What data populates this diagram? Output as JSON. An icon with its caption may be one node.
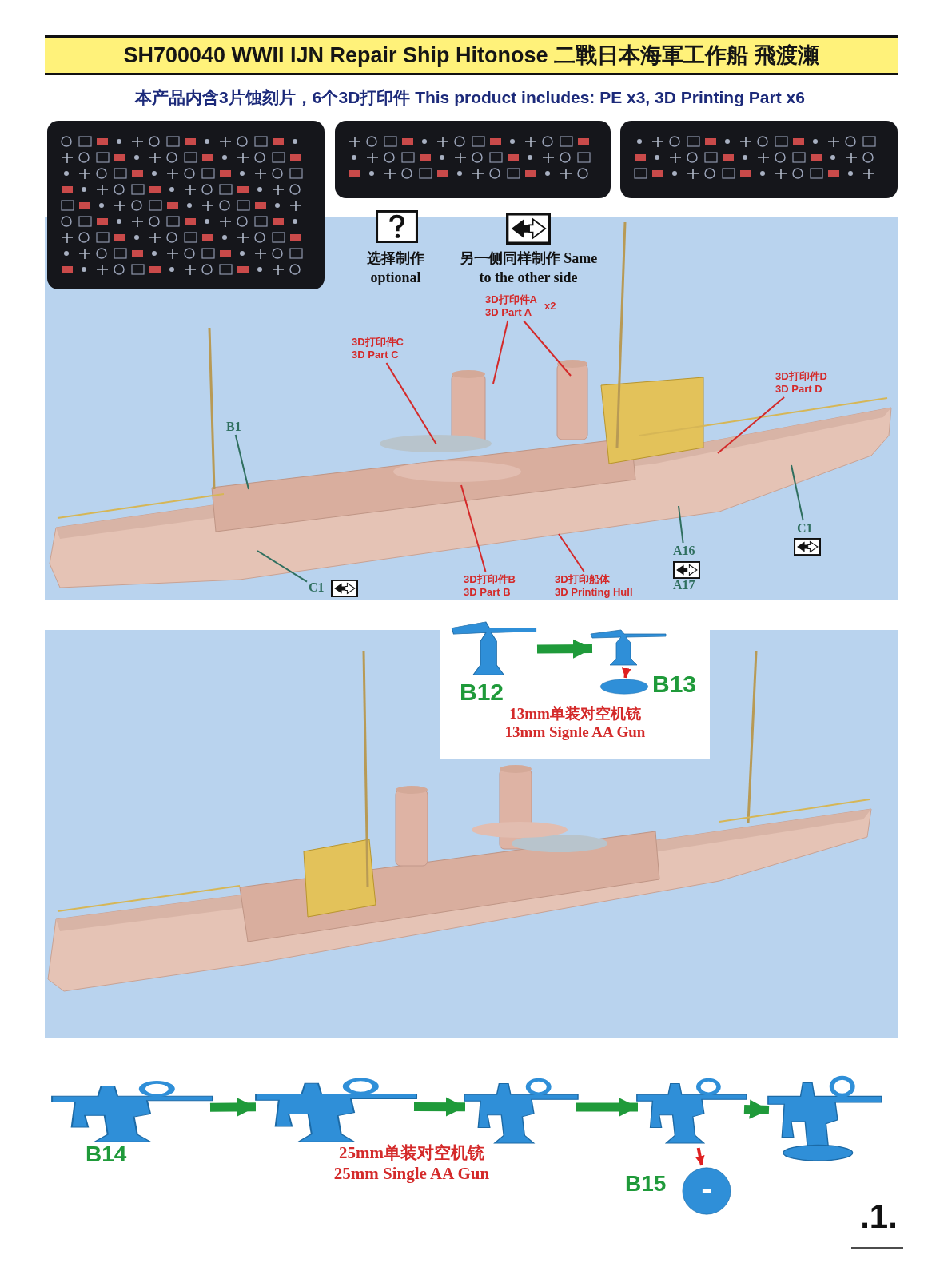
{
  "diagram": {
    "title": "SH700040 WWII IJN Repair Ship Hitonose 二戰日本海軍工作船 飛渡瀬",
    "nodes": [
      {
        "text": [
          "3D打印件C",
          "3D Part C"
        ]
      },
      {
        "text": [
          "3D打印件A",
          "x2",
          "3D Part A"
        ]
      },
      {
        "text": [
          "3D打印件D",
          "3D Part D"
        ]
      },
      {
        "text": [
          "B1"
        ]
      },
      {
        "text": [
          "C1"
        ]
      },
      {
        "text": [
          "3D打印件B",
          "3D Part B"
        ]
      },
      {
        "text": [
          "3D打印船体",
          "3D Printing Hull"
        ]
      },
      {
        "text": [
          "A16"
        ],
        "beside": [
          "A17"
        ]
      },
      {
        "text": [
          "C1"
        ]
      },
      {
        "text": [
          "B12"
        ]
      },
      {
        "text": [],
        "shape": "picture"
      },
      {
        "text": [
          "B13"
        ]
      },
      {
        "text": [
          "B14"
        ]
      },
      {
        "text": [],
        "shape": "picture"
      },
      {
        "text": [],
        "shape": "picture"
      },
      {
        "text": [],
        "shape": "picture"
      },
      {
        "text": [],
        "shape": "picture"
      },
      {
        "text": [
          "B15"
        ]
      }
    ],
    "edges": [
      {
        "from": 0,
        "to": null,
        "arrow": "none",
        "color": "#d42a2a"
      },
      {
        "from": 1,
        "to": null,
        "arrow": "none",
        "color": "#d42a2a"
      },
      {
        "from": 1,
        "to": null,
        "arrow": "none",
        "color": "#d42a2a"
      },
      {
        "from": 2,
        "to": null,
        "arrow": "none",
        "color": "#d42a2a"
      },
      {
        "from": 3,
        "to": null,
        "arrow": "none",
        "color": "#2f6f5f"
      },
      {
        "from": 4,
        "to": null,
        "arrow": "none",
        "color": "#2f6f5f"
      },
      {
        "from": 5,
        "to": null,
        "arrow": "none",
        "color": "#d42a2a"
      },
      {
        "from": 6,
        "to": null,
        "arrow": "none",
        "color": "#d42a2a"
      },
      {
        "from": 7,
        "to": null,
        "arrow": "none",
        "color": "#2f6f5f"
      },
      {
        "from": 8,
        "to": null,
        "arrow": "none",
        "color": "#2f6f5f"
      },
      {
        "from": 9,
        "to": 10,
        "arrow": "to",
        "style": "thick",
        "color": "#1f9a3a"
      },
      {
        "from": 10,
        "to": 11,
        "arrow": "to",
        "color": "#e02020"
      },
      {
        "from": 12,
        "to": 13,
        "arrow": "to",
        "style": "thick",
        "color": "#1f9a3a"
      },
      {
        "from": 13,
        "to": 14,
        "arrow": "to",
        "style": "thick",
        "color": "#1f9a3a"
      },
      {
        "from": 14,
        "to": 15,
        "arrow": "to",
        "style": "thick",
        "color": "#1f9a3a"
      },
      {
        "from": 15,
        "to": 16,
        "arrow": "to",
        "style": "thick",
        "color": "#1f9a3a"
      },
      {
        "from": 15,
        "to": 17,
        "arrow": "to",
        "color": "#e02020"
      }
    ],
    "labels": [
      "本产品内含3片蚀刻片，6个3D打印件 This product includes: PE x3, 3D Printing Part x6",
      "13mm单装对空机铳",
      "13mm Signle AA Gun",
      "25mm单装对空机铳",
      "25mm Single AA Gun",
      ".1."
    ],
    "legend": [
      {
        "text": "选择制作 optional"
      },
      {
        "text": "另一侧同样制作 Same to the other side"
      }
    ]
  }
}
